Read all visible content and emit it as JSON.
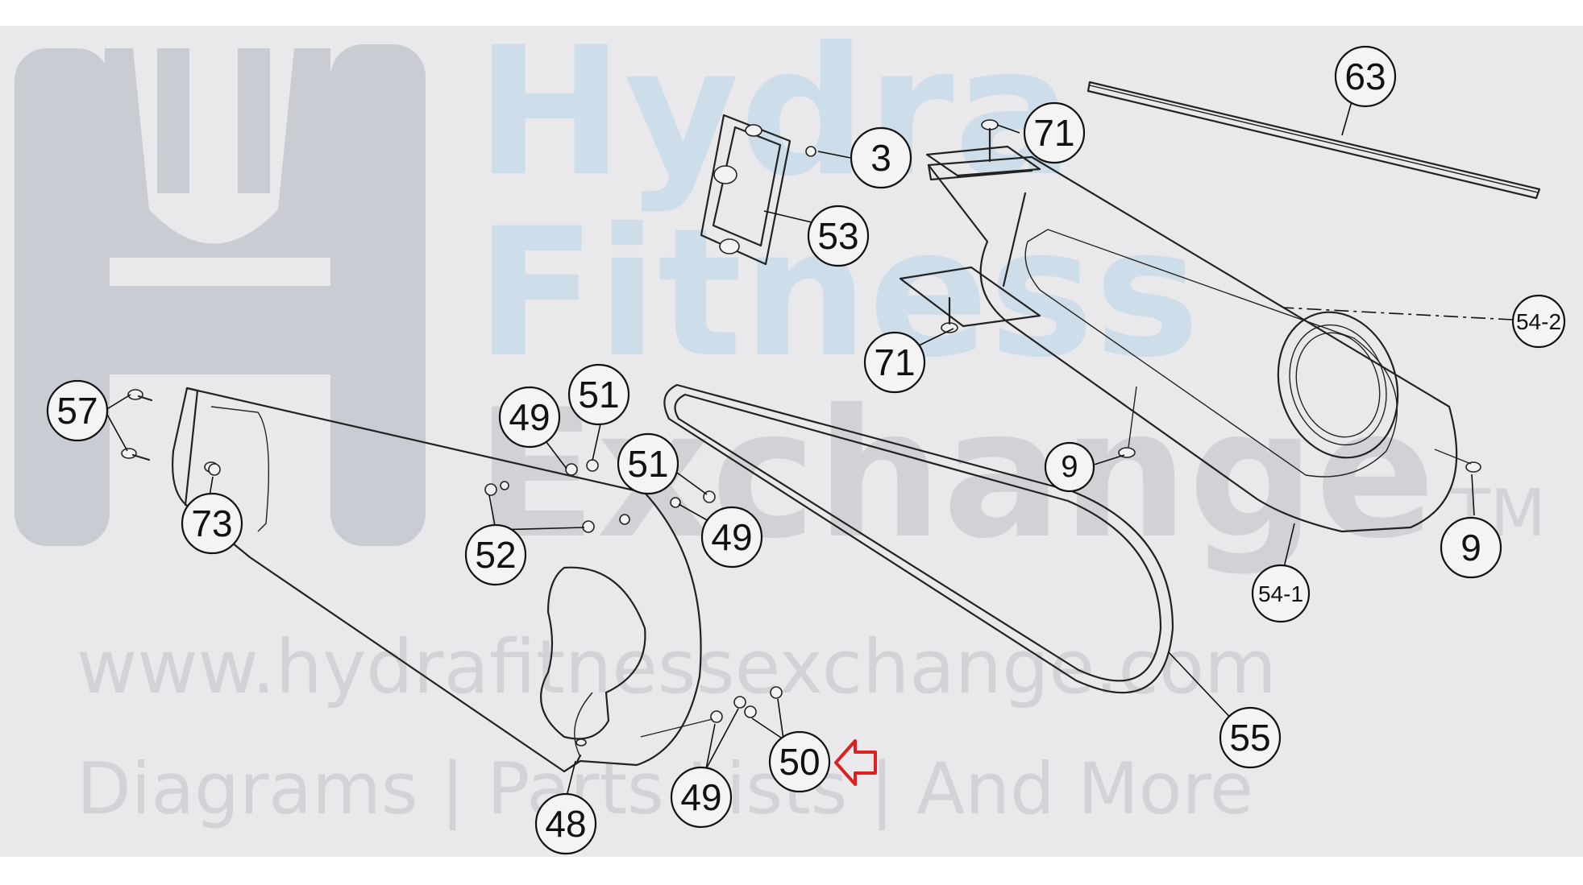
{
  "colors": {
    "frame_background": "#e9e9eb",
    "outer_background": "#ffffff",
    "watermark_logo": "#c9ccd2",
    "watermark_text_blue": "#cddde9",
    "watermark_text_gray": "#d2d3d7",
    "line": "#222222",
    "highlight_arrow": "#e02020"
  },
  "watermark": {
    "brand_lines": [
      "Hydra",
      "Fitness",
      "Exchange"
    ],
    "trademark": "TM",
    "url": "www.hydrafitnessexchange.com",
    "tagline": "Diagrams | Parts Lists | And More"
  },
  "callouts": {
    "c63": "63",
    "c71_top": "71",
    "c3": "3",
    "c53": "53",
    "c54_2": "54-2",
    "c71_mid": "71",
    "c51_a": "51",
    "c49_a": "49",
    "c57": "57",
    "c51_b": "51",
    "c9_a": "9",
    "c73": "73",
    "c49_b": "49",
    "c52": "52",
    "c9_b": "9",
    "c54_1": "54-1",
    "c55": "55",
    "c50": "50",
    "c49_c": "49",
    "c48": "48"
  },
  "highlight": {
    "target_part": "50",
    "icon": "arrow-left-icon"
  }
}
